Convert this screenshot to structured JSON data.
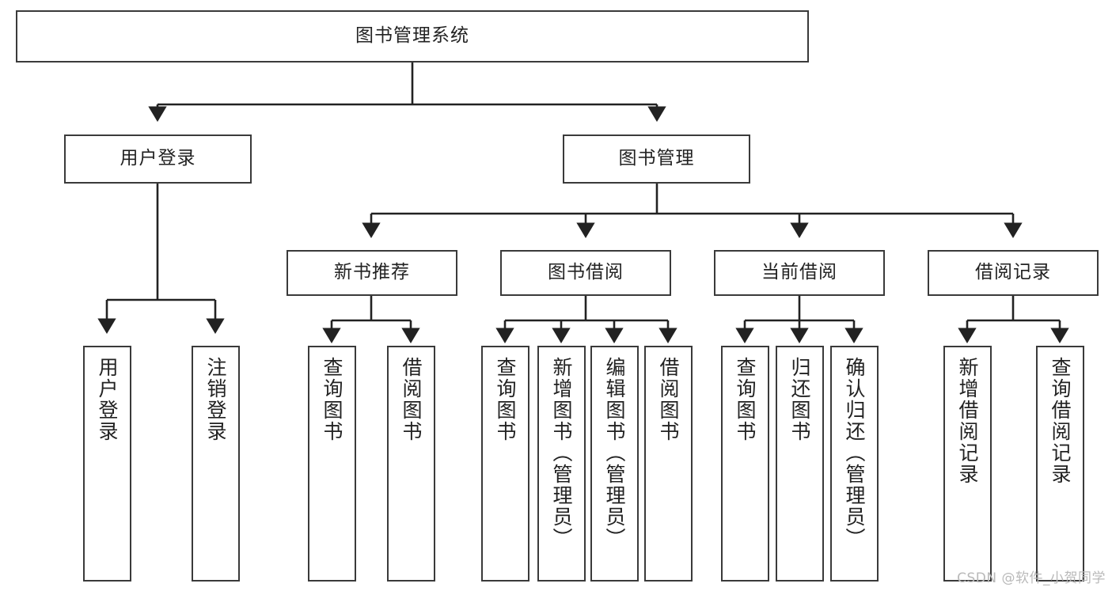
{
  "diagram": {
    "title": "图书管理系统",
    "type": "functional-structure-tree",
    "watermark": "CSDN @软件_小贺同学",
    "colors": {
      "box_border": "#3a3a3a",
      "box_fill": "#ffffff",
      "connector": "#222222",
      "text": "#222222",
      "watermark": "#b9b9b9"
    },
    "levels": {
      "root": {
        "label": "图书管理系统"
      },
      "level2": [
        {
          "label": "用户登录"
        },
        {
          "label": "图书管理"
        }
      ],
      "level3": [
        {
          "label": "新书推荐"
        },
        {
          "label": "图书借阅"
        },
        {
          "label": "当前借阅"
        },
        {
          "label": "借阅记录"
        }
      ],
      "leaves": {
        "user_login": [
          {
            "label": "用户登录"
          },
          {
            "label": "注销登录"
          }
        ],
        "new_book_recommend": [
          {
            "label": "查询图书"
          },
          {
            "label": "借阅图书"
          }
        ],
        "book_borrow": [
          {
            "label": "查询图书"
          },
          {
            "label": "新增图书（管理员）"
          },
          {
            "label": "编辑图书（管理员）"
          },
          {
            "label": "借阅图书"
          }
        ],
        "current_borrow": [
          {
            "label": "查询图书"
          },
          {
            "label": "归还图书"
          },
          {
            "label": "确认归还（管理员）"
          }
        ],
        "borrow_records": [
          {
            "label": "新增借阅记录"
          },
          {
            "label": "查询借阅记录"
          }
        ]
      }
    }
  }
}
